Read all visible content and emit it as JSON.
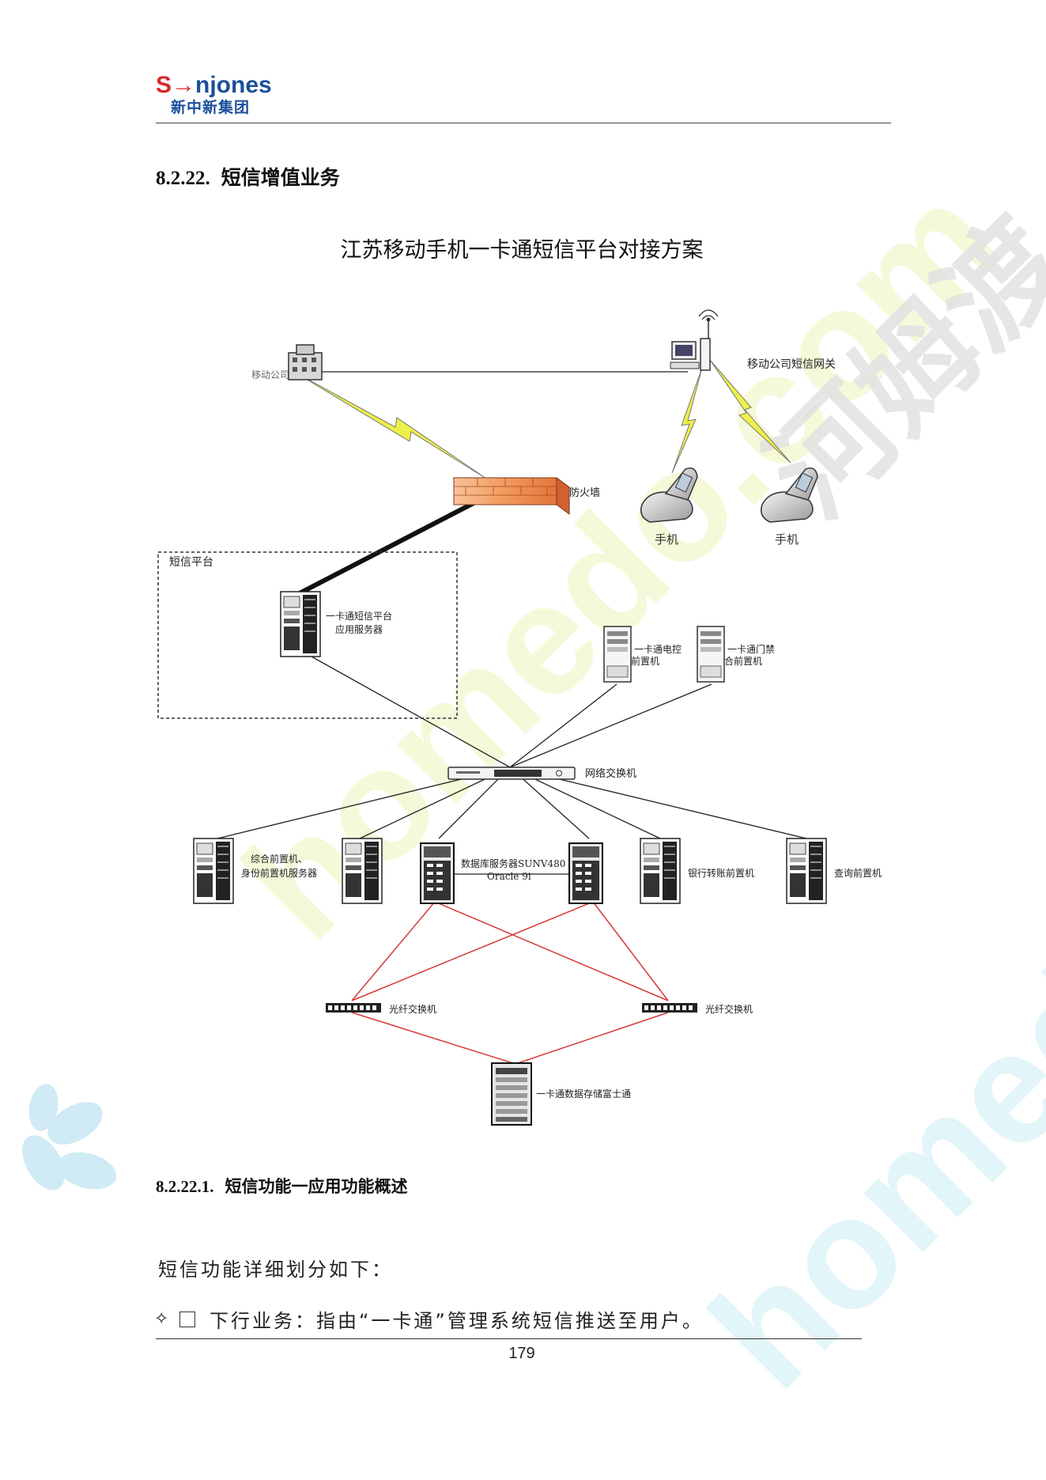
{
  "header": {
    "logo_en": "Synjones",
    "logo_en_rest": "njones",
    "logo_cn": "新中新集团",
    "watermark_cn": "河姆渡",
    "watermark_en": "homedo.com"
  },
  "section": {
    "number": "8.2.22.",
    "title": "短信增值业务"
  },
  "diagram": {
    "title": "江苏移动手机一卡通短信平台对接方案",
    "labels": {
      "mobile_company": "移动公司",
      "sms_gateway": "移动公司短信网关",
      "firewall": "防火墙",
      "phone_1": "手机",
      "phone_2": "手机",
      "sms_platform": "短信平台",
      "app_server_line1": "一卡通短信平台",
      "app_server_line2": "应用服务器",
      "ekt_control_line1": "一卡通电控",
      "ekt_control_line2": "前置机",
      "ekt_access_line1": "一卡通门禁",
      "ekt_access_line2": "合前置机",
      "network_switch": "网络交换机",
      "comprehensive_line1": "综合前置机、",
      "comprehensive_line2": "身份前置机服务器",
      "db_server_line1": "数据库服务器SUNV480",
      "db_server_line2": "Oracle 9i",
      "bank_transfer": "银行转账前置机",
      "query_front": "查询前置机",
      "fiber_switch_1": "光纤交换机",
      "fiber_switch_2": "光纤交换机",
      "storage": "一卡通数据存储富士通"
    }
  },
  "subsection": {
    "number": "8.2.22.1.",
    "title": "短信功能一应用功能概述"
  },
  "body": {
    "intro": "短信功能详细划分如下：",
    "bullet_1": "下行业务：指由“一卡通”管理系统短信推送至用户。"
  },
  "footer": {
    "page_number": "179"
  }
}
